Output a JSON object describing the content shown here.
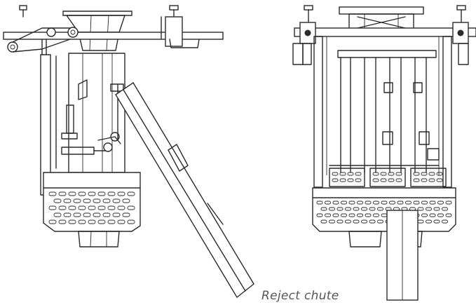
{
  "caption": {
    "label": "Reject chute"
  },
  "views": [
    {
      "view": "side",
      "label": ""
    },
    {
      "view": "front",
      "label": ""
    }
  ],
  "colors": {
    "line": "#2a2a2a",
    "caption": "#555555",
    "background": "#ffffff"
  }
}
